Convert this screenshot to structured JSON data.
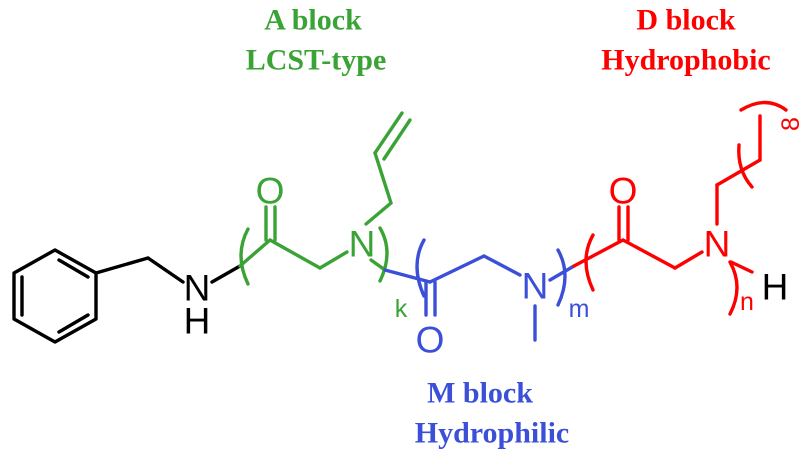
{
  "colors": {
    "core": "#000000",
    "a_block": "#3aa335",
    "m_block": "#3b4fd8",
    "d_block": "#ff0000"
  },
  "blocks": {
    "a": {
      "name": "A block",
      "type": "LCST-type"
    },
    "m": {
      "name": "M block",
      "type": "Hydrophilic"
    },
    "d": {
      "name": "D block",
      "type": "Hydrophobic"
    }
  },
  "atoms": {
    "amine_n": "N",
    "amine_h": "H",
    "a_carbonyl_o": "O",
    "a_n": "N",
    "m_carbonyl_o": "O",
    "m_n": "N",
    "d_carbonyl_o": "O",
    "d_n": "N",
    "terminal_h": "H"
  },
  "repeat_subscripts": {
    "a": "k",
    "m": "m",
    "d": "n",
    "alkyl_chain": "8"
  }
}
